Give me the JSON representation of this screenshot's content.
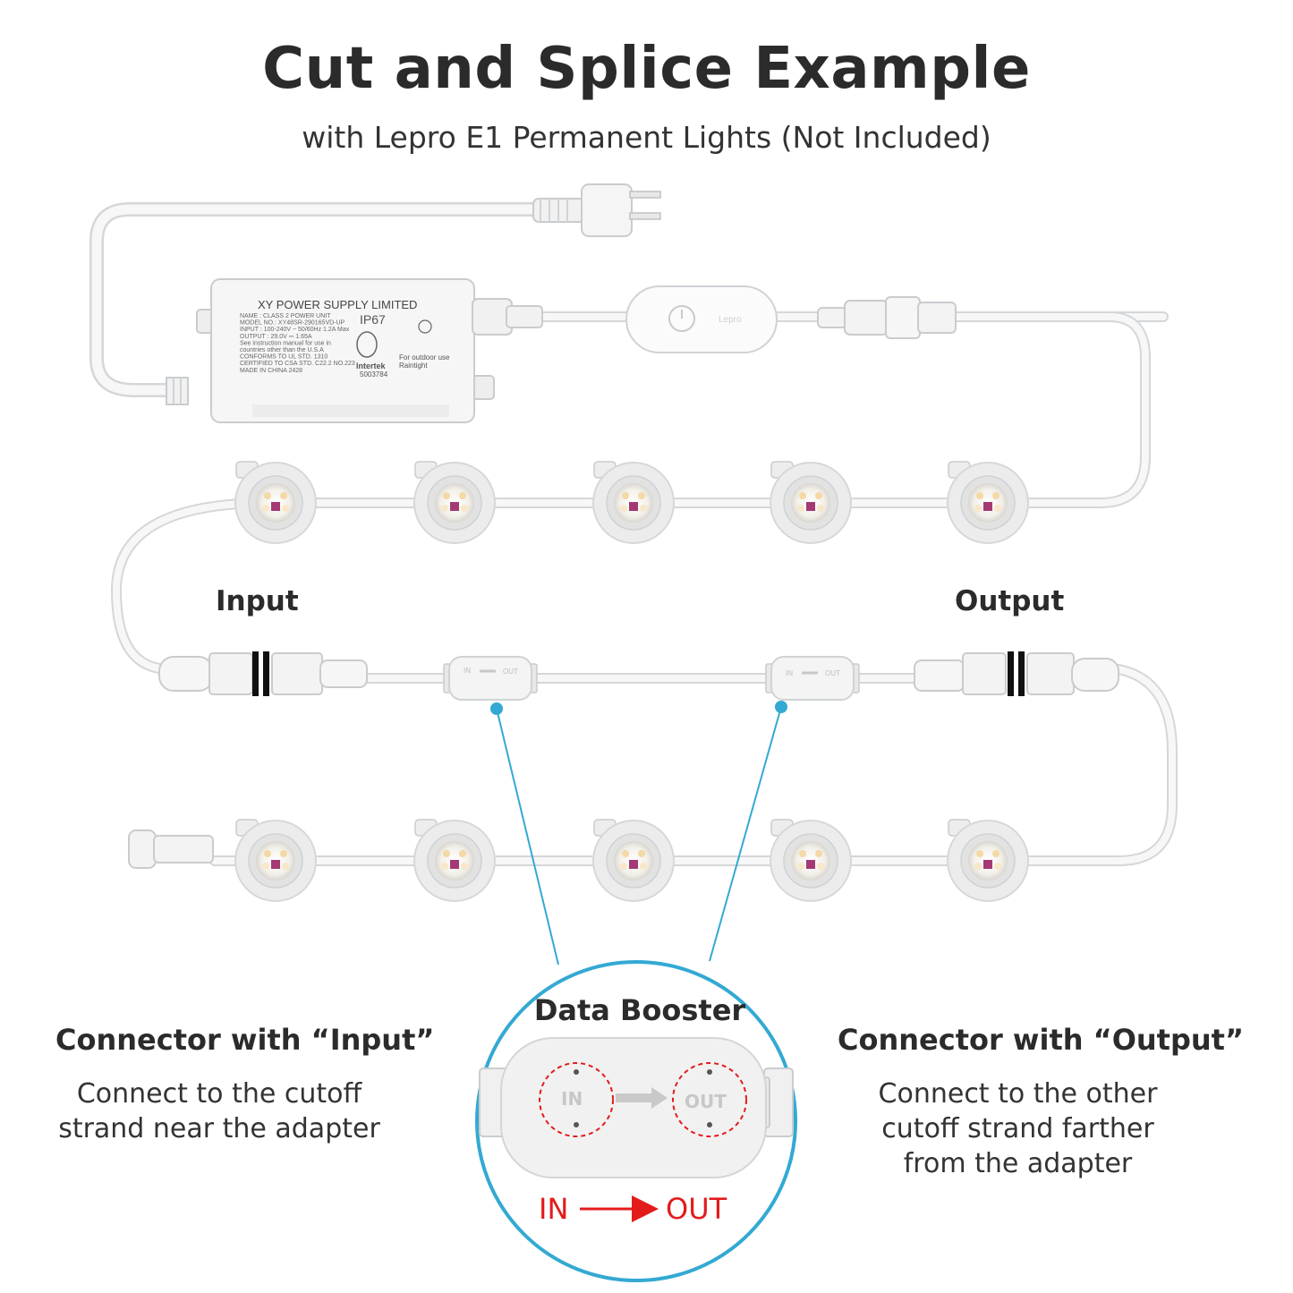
{
  "title": "Cut and Splice Example",
  "subtitle": "with Lepro E1 Permanent Lights (Not Included)",
  "adapter_label": {
    "brand": "XY POWER SUPPLY LIMITED",
    "lines": [
      "NAME : CLASS 2 POWER UNIT",
      "MODEL NO.: XY48SR-290165VD-UP",
      "INPUT : 100-240V ~ 50/60Hz 1.2A Max",
      "OUTPUT : 29.0V ⎓ 1.65A",
      "See instruction manual for use in",
      "countries other than the U.S.A",
      "CONFORMS TO UL STD. 1310",
      "CERTIFIED TO CSA STD. C22.2 NO.223",
      "MADE IN CHINA  2428"
    ],
    "rating": "IP67",
    "cert": "Intertek",
    "cert_no": "5003784",
    "outdoor": "For outdoor use",
    "raintight": "Raintight"
  },
  "controller_brand": "Lepro",
  "mini_booster": {
    "in": "IN",
    "out": "OUT"
  },
  "input_label": "Input",
  "output_label": "Output",
  "booster": {
    "title": "Data Booster",
    "in": "IN",
    "out": "OUT",
    "flow_in": "IN",
    "flow_out": "OUT"
  },
  "left_panel": {
    "heading": "Connector with “Input”",
    "lines": [
      "Connect to the cutoff",
      "strand near the adapter"
    ]
  },
  "right_panel": {
    "heading": "Connector with “Output”",
    "lines": [
      "Connect to the other",
      "cutoff strand farther",
      "from the adapter"
    ]
  },
  "colors": {
    "accent": "#33a9d3",
    "flow_red": "#e31b1b",
    "cable": "#f4f4f4",
    "outline": "#cfd3d6"
  }
}
